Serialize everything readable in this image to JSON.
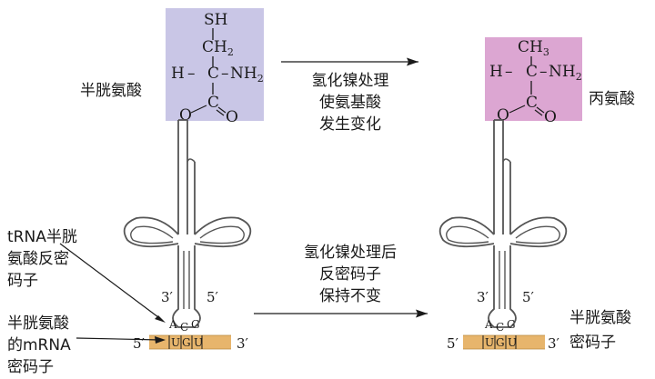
{
  "left_amino_acid": {
    "name": "半胱氨酸",
    "box_color": "#c9c6e6",
    "formula": {
      "side_chain": "SH",
      "ch2": "CH",
      "ch2_sub": "2",
      "alpha_h": "H",
      "alpha_c": "C",
      "dash_left": "–",
      "dash_right": "–",
      "amine": "NH",
      "amine_sub": "2",
      "carbonyl_c": "C",
      "carbonyl_o": "O",
      "ester_o": "O"
    }
  },
  "right_amino_acid": {
    "name": "丙氨酸",
    "box_color": "#dca6d2",
    "formula": {
      "methyl": "CH",
      "methyl_sub": "3",
      "alpha_h": "H",
      "alpha_c": "C",
      "dash_left": "–",
      "dash_right": "–",
      "amine": "NH",
      "amine_sub": "2",
      "carbonyl_c": "C",
      "carbonyl_o": "O",
      "ester_o": "O"
    }
  },
  "top_arrow_text": [
    "氢化镍处理",
    "使氨基酸",
    "发生变化"
  ],
  "bottom_arrow_text": [
    "氢化镍处理后",
    "反密码子",
    "保持不变"
  ],
  "left_trna": {
    "label_lines": [
      "tRNA半胱",
      "氨酸反密",
      "码子"
    ],
    "prime_3": "3′",
    "prime_5": "5′",
    "anticodon": [
      "A",
      "C",
      "G"
    ]
  },
  "right_trna": {
    "prime_3": "3′",
    "prime_5": "5′",
    "anticodon": [
      "A",
      "C",
      "G"
    ]
  },
  "left_mrna": {
    "label_lines": [
      "半胱氨酸",
      "的mRNA",
      "密码子"
    ],
    "prime_5": "5′",
    "prime_3": "3′",
    "codon": [
      "U",
      "G",
      "U"
    ],
    "strip_color": "#e7b56c"
  },
  "right_mrna": {
    "label_lines": [
      "半胱氨酸",
      "密码子"
    ],
    "prime_5": "5′",
    "prime_3": "3′",
    "codon": [
      "U",
      "G",
      "U"
    ],
    "strip_color": "#e7b56c"
  }
}
